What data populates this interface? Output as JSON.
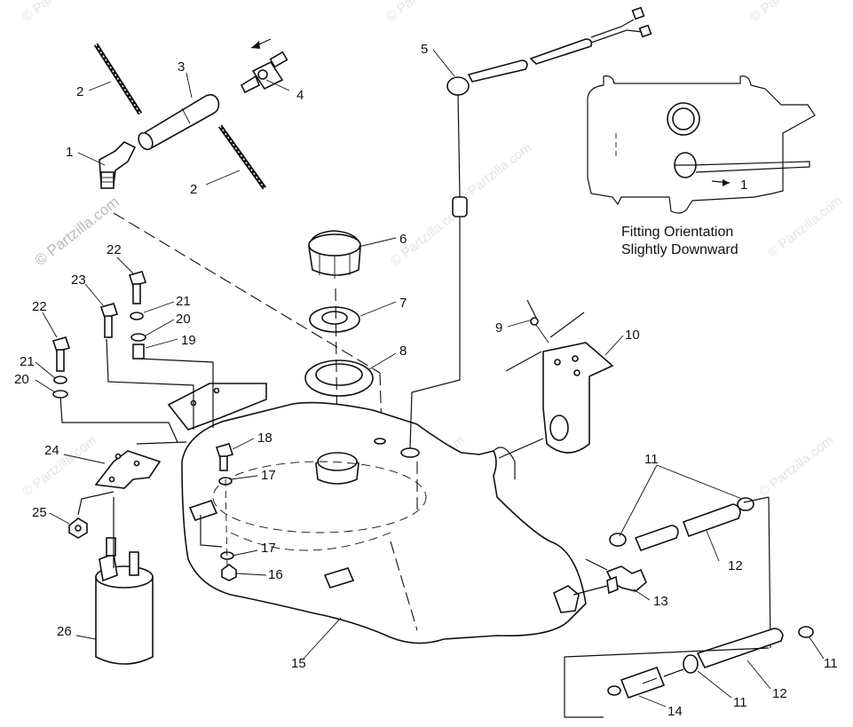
{
  "watermark": {
    "main": "© Partzilla.com",
    "faint": "© Partzilla.com"
  },
  "callouts": {
    "c1": "1",
    "c2a": "2",
    "c2b": "2",
    "c3": "3",
    "c4": "4",
    "c5": "5",
    "c6": "6",
    "c7": "7",
    "c8": "8",
    "c9": "9",
    "c10": "10",
    "c11a": "11",
    "c11b": "11",
    "c11c": "11",
    "c12a": "12",
    "c12b": "12",
    "c13": "13",
    "c14": "14",
    "c15": "15",
    "c16": "16",
    "c17a": "17",
    "c17b": "17",
    "c18": "18",
    "c19": "19",
    "c20a": "20",
    "c20b": "20",
    "c21a": "21",
    "c21b": "21",
    "c22a": "22",
    "c22b": "22",
    "c23": "23",
    "c24": "24",
    "c25": "25",
    "c26": "26",
    "inset1": "1"
  },
  "inset": {
    "note_line1": "Fitting Orientation",
    "note_line2": "Slightly Downward"
  }
}
